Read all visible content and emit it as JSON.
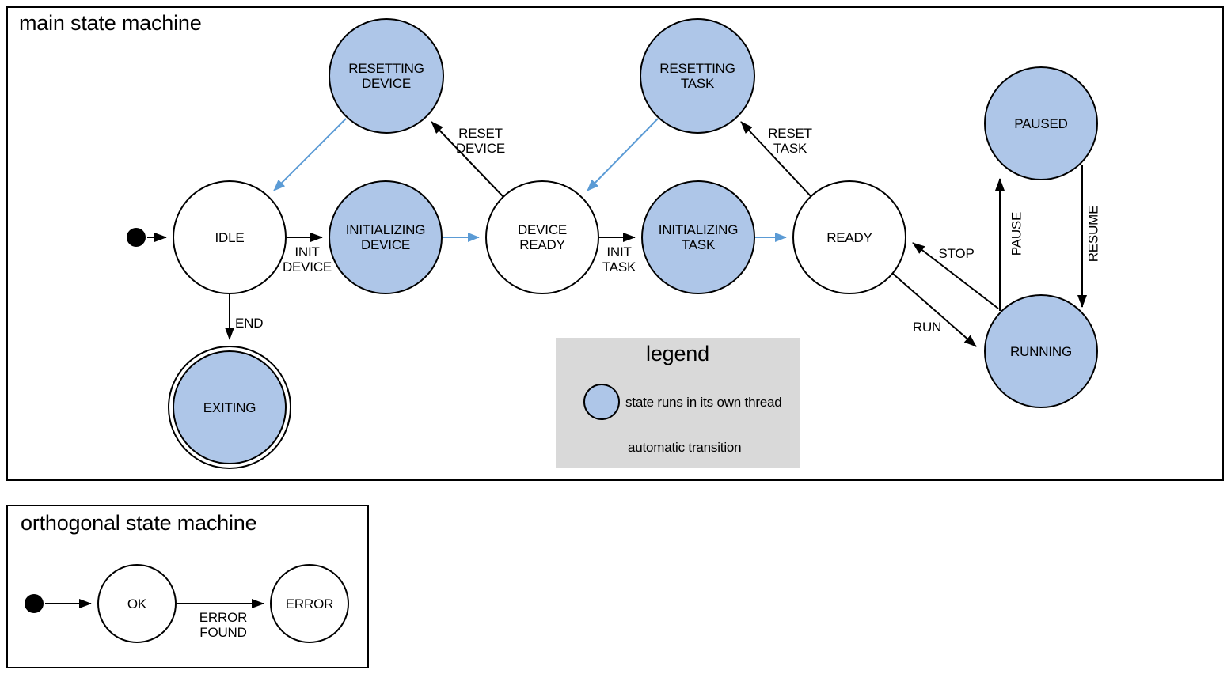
{
  "colors": {
    "thread_state_fill": "#aec6e8",
    "normal_state_fill": "#ffffff",
    "automatic_transition_arrow": "#5b9bd5",
    "legend_background": "#d9d9d9",
    "line_color": "#000000"
  },
  "main": {
    "title": "main state machine",
    "states": {
      "idle": {
        "label": "IDLE",
        "thread": false
      },
      "initializing_device": {
        "label": "INITIALIZING DEVICE",
        "thread": true
      },
      "device_ready": {
        "label": "DEVICE READY",
        "thread": false
      },
      "initializing_task": {
        "label": "INITIALIZING TASK",
        "thread": true
      },
      "ready": {
        "label": "READY",
        "thread": false
      },
      "resetting_device": {
        "label": "RESETTING DEVICE",
        "thread": true
      },
      "resetting_task": {
        "label": "RESETTING TASK",
        "thread": true
      },
      "paused": {
        "label": "PAUSED",
        "thread": true
      },
      "running": {
        "label": "RUNNING",
        "thread": true
      },
      "exiting": {
        "label": "EXITING",
        "thread": true,
        "final": true
      }
    },
    "transitions": {
      "init_device": {
        "label": "INIT DEVICE",
        "from": "IDLE",
        "to": "INITIALIZING DEVICE"
      },
      "init_task": {
        "label": "INIT TASK",
        "from": "DEVICE READY",
        "to": "INITIALIZING TASK"
      },
      "reset_device": {
        "label": "RESET DEVICE",
        "from": "DEVICE READY",
        "to": "RESETTING DEVICE"
      },
      "reset_task": {
        "label": "RESET TASK",
        "from": "READY",
        "to": "RESETTING TASK"
      },
      "end": {
        "label": "END",
        "from": "IDLE",
        "to": "EXITING"
      },
      "stop": {
        "label": "STOP",
        "from": "RUNNING",
        "to": "READY"
      },
      "run": {
        "label": "RUN",
        "from": "READY",
        "to": "RUNNING"
      },
      "pause": {
        "label": "PAUSE",
        "from": "RUNNING",
        "to": "PAUSED"
      },
      "resume": {
        "label": "RESUME",
        "from": "PAUSED",
        "to": "RUNNING"
      },
      "auto_resetting_device_to_idle": {
        "label": "",
        "automatic": true
      },
      "auto_initializing_device_to_device_ready": {
        "label": "",
        "automatic": true
      },
      "auto_resetting_task_to_device_ready": {
        "label": "",
        "automatic": true
      },
      "auto_initializing_task_to_ready": {
        "label": "",
        "automatic": true
      }
    }
  },
  "legend": {
    "title": "legend",
    "items": [
      {
        "icon": "thread-state-circle-icon",
        "label": "state runs in its own thread"
      },
      {
        "icon": "automatic-transition-arrow-icon",
        "label": "automatic transition"
      }
    ]
  },
  "orthogonal": {
    "title": "orthogonal state machine",
    "states": {
      "ok": {
        "label": "OK",
        "thread": false
      },
      "error": {
        "label": "ERROR",
        "thread": false
      }
    },
    "transitions": {
      "error_found": {
        "label": "ERROR FOUND",
        "from": "OK",
        "to": "ERROR"
      }
    }
  }
}
